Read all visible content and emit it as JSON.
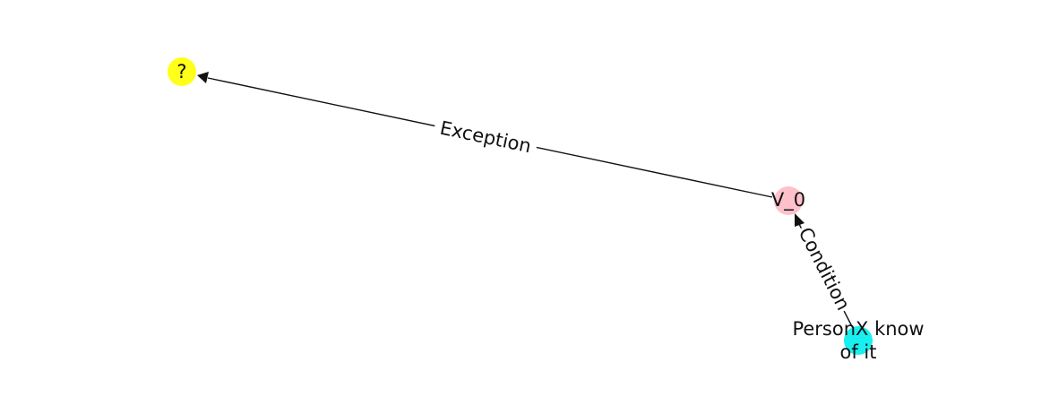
{
  "diagram": {
    "nodes": {
      "question": {
        "label": "?",
        "color": "#ffff1a"
      },
      "v0": {
        "label": "V_0",
        "color": "#ffc0cb"
      },
      "personx": {
        "label_line1": "PersonX know",
        "label_line2": "of it",
        "color": "#1aefef"
      }
    },
    "edges": {
      "exception": {
        "label": "Exception",
        "from": "V_0",
        "to": "?"
      },
      "condition": {
        "label": "Condition",
        "from": "PersonX know of it",
        "to": "V_0"
      }
    },
    "line_color": "#111111",
    "background": "#ffffff"
  }
}
